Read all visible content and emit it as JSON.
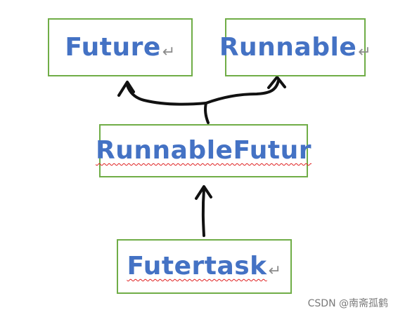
{
  "diagram": {
    "nodes": {
      "future": {
        "label": "Future",
        "mark": "↵"
      },
      "runnable": {
        "label": "Runnable",
        "mark": "↵"
      },
      "rf": {
        "label": "RunnableFutur"
      },
      "ft": {
        "label": "Futertask",
        "mark": "↵"
      }
    },
    "colors": {
      "box_border": "#70ad47",
      "label": "#4472c4",
      "arrow": "#111111",
      "spellcheck_underline": "#e02020"
    }
  },
  "watermark": "CSDN @南斋孤鹤"
}
